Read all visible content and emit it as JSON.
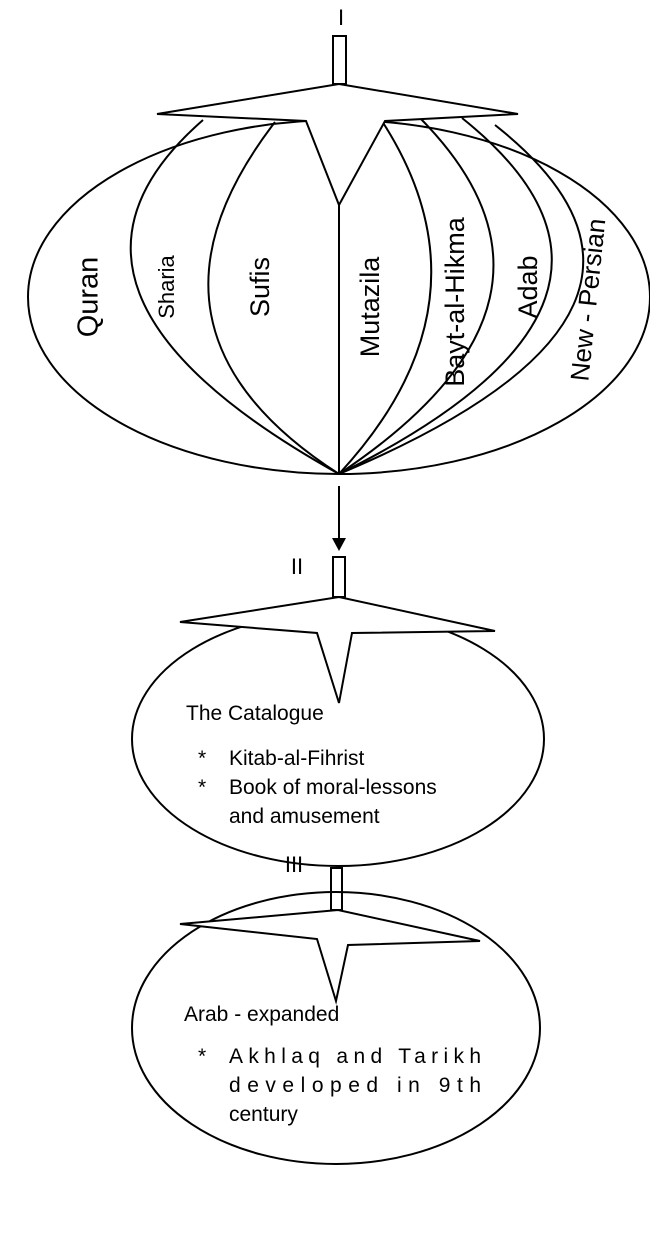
{
  "stage1": {
    "numeral": "I",
    "segments": [
      "Quran",
      "Sharia",
      "Sufis",
      "Mutazila",
      "Bayt-al-Hikma",
      "Adab",
      "New - Persian"
    ]
  },
  "stage2": {
    "numeral": "II",
    "heading": "The Catalogue",
    "bullet_marker": "*",
    "items": [
      "Kitab-al-Fihrist",
      "Book of moral-lessons"
    ],
    "continuation": "and amusement"
  },
  "stage3": {
    "numeral": "III",
    "heading": "Arab - expanded",
    "bullet_marker": "*",
    "lines": [
      "Akhlaq and Tarikh",
      "developed in 9th",
      "century"
    ]
  },
  "colors": {
    "stroke": "#000000",
    "background": "#ffffff"
  }
}
